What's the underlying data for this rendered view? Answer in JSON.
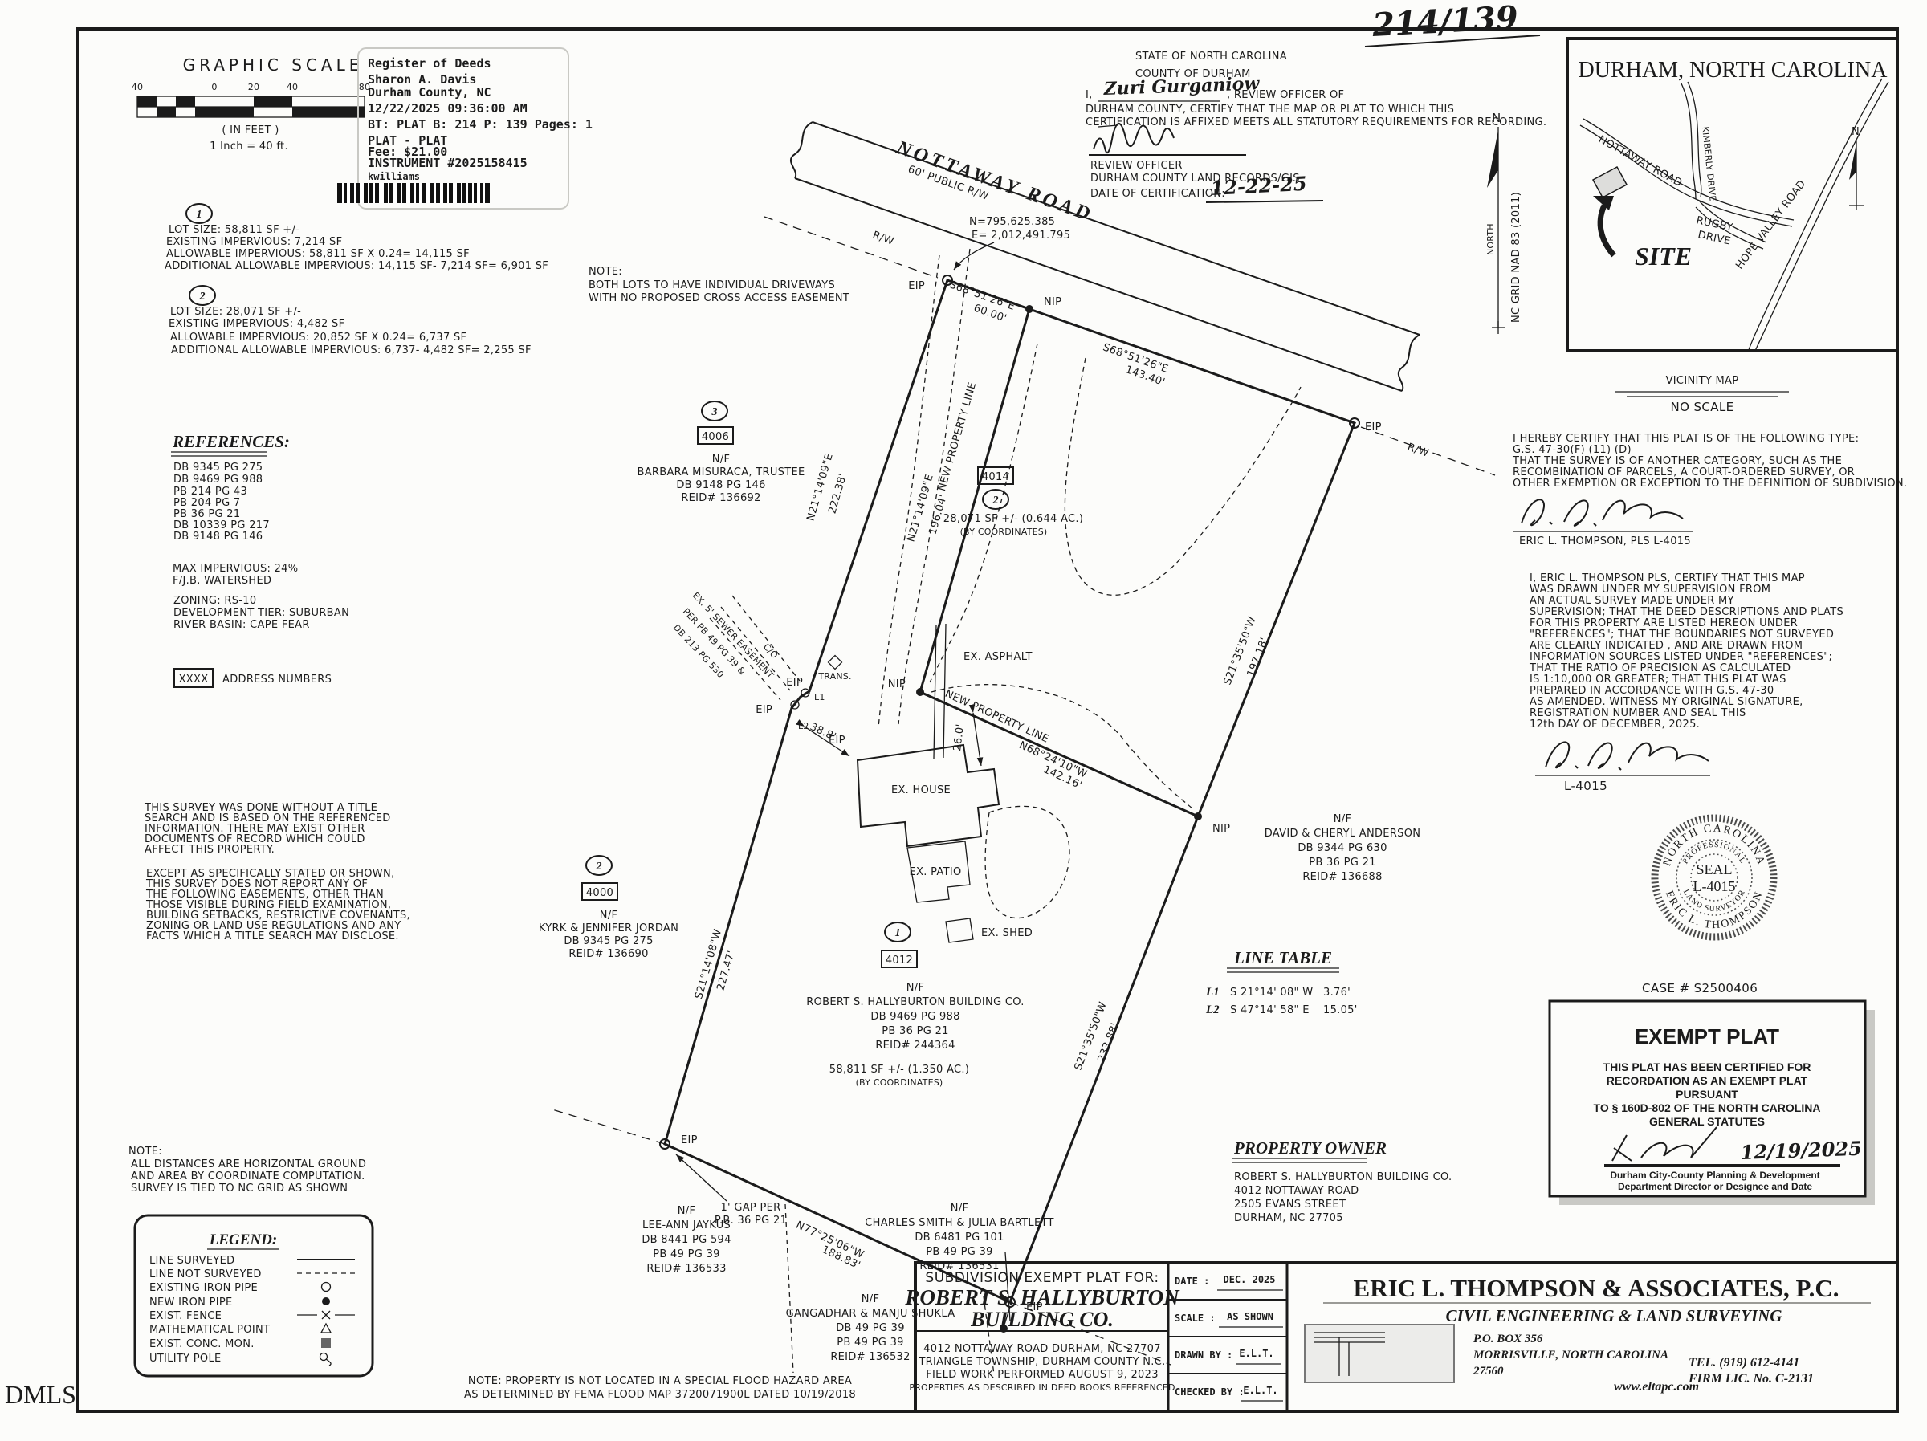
{
  "page": {
    "sheet_ref_handwritten": "214/139",
    "corner_stamp": "DMLS"
  },
  "scalebar": {
    "title": "GRAPHIC SCALE",
    "ticks": [
      "40",
      "0",
      "20",
      "40",
      "80"
    ],
    "in_feet": "( IN FEET )",
    "ratio": "1 Inch =  40  ft."
  },
  "stamp": {
    "lines": [
      "Register of Deeds",
      "Sharon A. Davis",
      "Durham County, NC",
      "12/22/2025 09:36:00 AM",
      "BT: PLAT B: 214 P: 139  Pages: 1",
      "PLAT - PLAT",
      "Fee: $21.00",
      "INSTRUMENT #2025158415",
      "kwilliams"
    ]
  },
  "lot_notes": [
    {
      "num": "1",
      "lines": [
        "LOT SIZE: 58,811 SF +/-",
        "EXISTING IMPERVIOUS: 7,214 SF",
        "ALLOWABLE IMPERVIOUS: 58,811 SF X 0.24= 14,115 SF",
        "ADDITIONAL ALLOWABLE IMPERVIOUS: 14,115 SF- 7,214 SF= 6,901 SF"
      ]
    },
    {
      "num": "2",
      "lines": [
        "LOT SIZE: 28,071 SF +/-",
        "EXISTING IMPERVIOUS: 4,482 SF",
        "ALLOWABLE IMPERVIOUS: 20,852 SF X 0.24= 6,737 SF",
        "ADDITIONAL ALLOWABLE IMPERVIOUS: 6,737- 4,482 SF= 2,255 SF"
      ]
    }
  ],
  "references": {
    "title": "REFERENCES:",
    "items": [
      "DB 9345 PG 275",
      "DB 9469 PG 988",
      "PB 214 PG 43",
      "PB 204 PG 7",
      "PB 36 PG 21",
      "DB 10339 PG 217",
      "DB 9148 PG 146"
    ]
  },
  "watershed": {
    "lines": [
      "MAX IMPERVIOUS: 24%",
      "F/J.B. WATERSHED"
    ]
  },
  "zoning": {
    "lines": [
      "ZONING: RS-10",
      "DEVELOPMENT TIER: SUBURBAN",
      "RIVER BASIN: CAPE FEAR"
    ]
  },
  "address_key": {
    "box": "XXXX",
    "label": "ADDRESS NUMBERS"
  },
  "survey_notes": {
    "para1": [
      "THIS SURVEY WAS DONE WITHOUT A TITLE",
      "SEARCH AND IS BASED ON THE REFERENCED",
      "INFORMATION. THERE MAY EXIST OTHER",
      "DOCUMENTS OF RECORD WHICH COULD",
      "AFFECT THIS PROPERTY."
    ],
    "para2": [
      "EXCEPT AS SPECIFICALLY STATED OR SHOWN,",
      "THIS SURVEY DOES NOT REPORT ANY OF",
      "THE FOLLOWING EASEMENTS, OTHER THAN",
      "THOSE VISIBLE DURING FIELD EXAMINATION,",
      "BUILDING SETBACKS, RESTRICTIVE COVENANTS,",
      "ZONING OR LAND USE REGULATIONS AND ANY",
      "FACTS WHICH A TITLE SEARCH MAY DISCLOSE."
    ]
  },
  "note_driveways": {
    "lines": [
      "NOTE:",
      "BOTH LOTS TO HAVE INDIVIDUAL DRIVEWAYS",
      "WITH NO PROPOSED CROSS ACCESS EASEMENT"
    ]
  },
  "note_distances": {
    "lines": [
      "NOTE:",
      "ALL DISTANCES ARE HORIZONTAL GROUND",
      "AND AREA BY COORDINATE COMPUTATION.",
      "SURVEY IS TIED TO NC GRID AS SHOWN"
    ]
  },
  "note_flood": {
    "lines": [
      "NOTE: PROPERTY IS  NOT LOCATED IN A SPECIAL FLOOD HAZARD AREA",
      "AS DETERMINED BY FEMA FLOOD MAP 3720071900L  DATED 10/19/2018"
    ]
  },
  "legend": {
    "title": "LEGEND:",
    "items": [
      {
        "label": "LINE SURVEYED",
        "symbol": "solid-line"
      },
      {
        "label": "LINE NOT SURVEYED",
        "symbol": "dashed-line"
      },
      {
        "label": "EXISTING IRON PIPE",
        "symbol": "open-circle"
      },
      {
        "label": "NEW IRON PIPE",
        "symbol": "filled-circle"
      },
      {
        "label": "EXIST. FENCE",
        "symbol": "fence-line"
      },
      {
        "label": "MATHEMATICAL POINT",
        "symbol": "open-triangle"
      },
      {
        "label": "EXIST. CONC. MON.",
        "symbol": "filled-square"
      },
      {
        "label": "UTILITY POLE",
        "symbol": "utility-pole"
      }
    ]
  },
  "review_cert": {
    "state": "STATE OF NORTH CAROLINA",
    "county": "COUNTY OF DURHAM",
    "intro_prefix": "I,",
    "officer_name_handwritten": "Zuri Gurganiow",
    "intro_suffix": ", REVIEW OFFICER OF",
    "line2": "DURHAM COUNTY, CERTIFY THAT THE MAP OR PLAT TO WHICH THIS",
    "line3": "CERTIFICATION IS AFFIXED MEETS ALL STATUTORY REQUIREMENTS FOR RECORDING.",
    "role": "REVIEW OFFICER",
    "dept": "DURHAM COUNTY LAND RECORDS/GIS",
    "date_label": "DATE OF CERTIFICATION:",
    "date_handwritten": "12-22-25"
  },
  "vicinity": {
    "title": "DURHAM, NORTH CAROLINA",
    "caption": "VICINITY MAP",
    "no_scale": "NO SCALE",
    "site": "SITE",
    "north": "N",
    "roads": {
      "nottaway": "NOTTAWAY  ROAD",
      "kimberly": "KIMBERLY DRIVE",
      "rugby_1": "RUGBY",
      "rugby_2": "DRIVE",
      "hope_valley": "HOPE VALLEY ROAD"
    }
  },
  "type_cert": {
    "lines": [
      "I HEREBY CERTIFY THAT THIS PLAT IS OF THE FOLLOWING TYPE:",
      "G.S. 47-30(F) (11) (D)",
      "THAT THE SURVEY IS OF ANOTHER CATEGORY, SUCH AS THE",
      "RECOMBINATION OF PARCELS, A COURT-ORDERED SURVEY, OR",
      "OTHER EXEMPTION OR EXCEPTION TO THE DEFINITION OF SUBDIVISION."
    ],
    "signed": "ERIC L. THOMPSON, PLS L-4015"
  },
  "surveyor_cert": {
    "lines": [
      "I, ERIC L. THOMPSON PLS, CERTIFY THAT THIS MAP",
      "WAS DRAWN UNDER MY SUPERVISION FROM",
      "AN ACTUAL SURVEY MADE UNDER MY",
      "SUPERVISION; THAT THE DEED DESCRIPTIONS AND PLATS",
      "FOR THIS PROPERTY ARE LISTED HEREON UNDER",
      "\"REFERENCES\"; THAT THE BOUNDARIES NOT SURVEYED",
      "ARE CLEARLY INDICATED , AND ARE DRAWN FROM",
      "INFORMATION SOURCES LISTED UNDER \"REFERENCES\";",
      "THAT THE RATIO OF PRECISION AS CALCULATED",
      "IS 1:10,000 OR GREATER; THAT THIS PLAT WAS",
      "PREPARED IN ACCORDANCE WITH G.S. 47-30",
      "AS AMENDED. WITNESS MY ORIGINAL SIGNATURE,",
      "REGISTRATION NUMBER AND SEAL THIS",
      "12th DAY OF DECEMBER, 2025."
    ],
    "reg_no": "L-4015"
  },
  "seal": {
    "ring_top": "NORTH CAROLINA",
    "ring_bottom": "ERIC L. THOMPSON",
    "inner_top": "PROFESSIONAL",
    "inner_bottom": "LAND SURVEYOR",
    "word": "SEAL",
    "number": "L-4015"
  },
  "case_label": "CASE # S2500406",
  "exempt": {
    "title": "EXEMPT PLAT",
    "lines": [
      "THIS PLAT HAS BEEN CERTIFIED FOR",
      "RECORDATION AS AN EXEMPT PLAT",
      "PURSUANT",
      "TO § 160D-802 OF THE NORTH CAROLINA",
      "GENERAL STATUTES"
    ],
    "date_handwritten": "12/19/2025",
    "dept1": "Durham City-County Planning & Development",
    "dept2": "Department Director or Designee and Date"
  },
  "line_table": {
    "title": "LINE TABLE",
    "rows": [
      {
        "id": "L1",
        "bearing": "S 21°14' 08\" W",
        "dist": "3.76'"
      },
      {
        "id": "L2",
        "bearing": "S 47°14' 58\" E",
        "dist": "15.05'"
      }
    ]
  },
  "owner": {
    "title": "PROPERTY OWNER",
    "lines": [
      "ROBERT S. HALLYBURTON BUILDING CO.",
      "4012 NOTTAWAY ROAD",
      "2505 EVANS STREET",
      "DURHAM, NC 27705"
    ]
  },
  "titleblock": {
    "left": {
      "heading": "SUBDIVISION EXEMPT PLAT FOR:",
      "client1": "ROBERT  S.  HALLYBURTON",
      "client2": "BUILDING  CO.",
      "lines": [
        "4012 NOTTAWAY ROAD DURHAM, NC 27707",
        "TRIANGLE TOWNSHIP, DURHAM COUNTY N.C.",
        "FIELD WORK PERFORMED AUGUST 9, 2023",
        "PROPERTIES AS DESCRIBED IN DEED BOOKS REFERENCED"
      ]
    },
    "mid": {
      "rows": [
        {
          "label": "DATE :",
          "value": "DEC. 2025"
        },
        {
          "label": "SCALE :",
          "value": "AS  SHOWN"
        },
        {
          "label": "DRAWN BY :",
          "value": "E.L.T."
        },
        {
          "label": "CHECKED BY :",
          "value": "E.L.T."
        }
      ]
    },
    "right": {
      "firm": "ERIC  L. THOMPSON & ASSOCIATES, P.C.",
      "tagline": "CIVIL ENGINEERING & LAND SURVEYING",
      "addr1": "P.O.  BOX  356",
      "addr2": "MORRISVILLE,  NORTH  CAROLINA",
      "addr3": "27560",
      "web": "www.eltapc.com",
      "tel": "TEL. (919) 612-4141",
      "lic": "FIRM LIC. No. C-2131"
    }
  },
  "drawing": {
    "labels": {
      "road_name": "NOTTAWAY  ROAD",
      "road_rw": "60' PUBLIC R/W",
      "rw": "R/W",
      "coord_n": "N=795,625.385",
      "coord_e": "E= 2,012,491.795",
      "brg_front1": "S68°51'26\"E",
      "dist_front1": "60.00'",
      "brg_front2": "S68°51'26\"E",
      "dist_front2": "143.40'",
      "brg_west_up": "N21°14'09\"E",
      "dist_west_up": "222.38'",
      "npl_text": "NEW PROPERTY LINE",
      "brg_npl_n": "N21°14'09\"E",
      "dist_npl_n": "196.04'",
      "brg_npl_w": "N68°24'10\"W",
      "dist_npl_w": "142.16'",
      "brg_east_up": "S21°35'50\"W",
      "dist_east_up": "197.18'",
      "brg_east_lo": "S21°35'50\"W",
      "dist_east_lo": "233.88'",
      "brg_west_lo": "S21°14'08\"W",
      "dist_west_lo": "227.47'",
      "brg_south": "N77°25'06\"W",
      "dist_south": "188.83'",
      "eip": "EIP",
      "nip": "NIP",
      "l1": "L1",
      "l2": "L2",
      "trans": "TRANS.",
      "co": "C/O",
      "esmt1": "EX. 5' SEWER EASEMENT",
      "esmt2": "PER PB 49 PG 39 &",
      "esmt3": "DB 213 PG 530",
      "dim1": "38.8'",
      "dim2": "26.0'",
      "asphalt": "EX. ASPHALT",
      "house": "EX. HOUSE",
      "patio": "EX. PATIO",
      "shed": "EX. SHED",
      "gap1": "1' GAP PER",
      "gap2": "P.B. 36 PG 21",
      "grid_n": "N",
      "grid_north": "NORTH",
      "grid_label": "NC GRID NAD 83 (2011)",
      "lot1": {
        "circle": "1",
        "addr": "4012",
        "nf": "N/F",
        "owner": "ROBERT S. HALLYBURTON BUILDING CO.",
        "db": "DB 9469 PG 988",
        "pb": "PB 36 PG 21",
        "reid": "REID# 244364",
        "area": "58,811 SF +/- (1.350 AC.)",
        "area2": "(BY COORDINATES)"
      },
      "lot2": {
        "circle": "2",
        "addr": "4014",
        "area": "28,071 SF +/- (0.644 AC.)",
        "area2": "(BY COORDINATES)"
      },
      "adj4006": {
        "circle": "3",
        "addr": "4006",
        "nf": "N/F",
        "owner": "BARBARA MISURACA, TRUSTEE",
        "db": "DB 9148 PG 146",
        "reid": "REID# 136692"
      },
      "adj4000": {
        "circle": "2",
        "addr": "4000",
        "nf": "N/F",
        "owner": "KYRK & JENNIFER JORDAN",
        "db": "DB 9345 PG 275",
        "reid": "REID# 136690"
      },
      "anderson": {
        "nf": "N/F",
        "owner": "DAVID & CHERYL ANDERSON",
        "db": "DB 9344 PG 630",
        "pb": "PB 36 PG 21",
        "reid": "REID# 136688"
      },
      "bartlett": {
        "nf": "N/F",
        "owner": "CHARLES SMITH & JULIA BARTLETT",
        "db": "DB 6481 PG 101",
        "pb": "PB 49 PG 39",
        "reid": "REID# 136531"
      },
      "shukla": {
        "nf": "N/F",
        "owner": "GANGADHAR & MANJU SHUKLA",
        "db": "DB 49 PG 39",
        "pb": "PB 49 PG 39",
        "reid": "REID# 136532"
      },
      "jaykus": {
        "nf": "N/F",
        "owner": "LEE-ANN JAYKUS",
        "db": "DB 8441 PG 594",
        "pb": "PB 49 PG 39",
        "reid": "REID# 136533"
      }
    }
  }
}
